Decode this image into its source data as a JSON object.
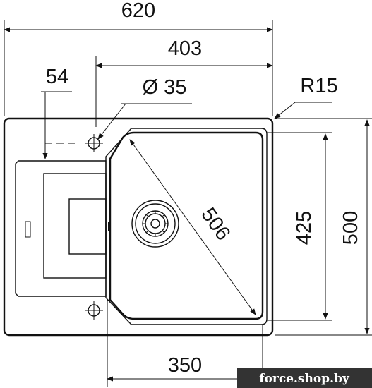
{
  "drawing": {
    "dimensions": {
      "overall_width": "620",
      "bowl_width": "403",
      "drainer_offset": "54",
      "tap_hole": "Ø 35",
      "corner_radius": "R15",
      "bowl_diagonal": "506",
      "bowl_height": "425",
      "overall_height": "500",
      "bowl_bottom_width": "350"
    },
    "watermark": "force.shop.by"
  }
}
